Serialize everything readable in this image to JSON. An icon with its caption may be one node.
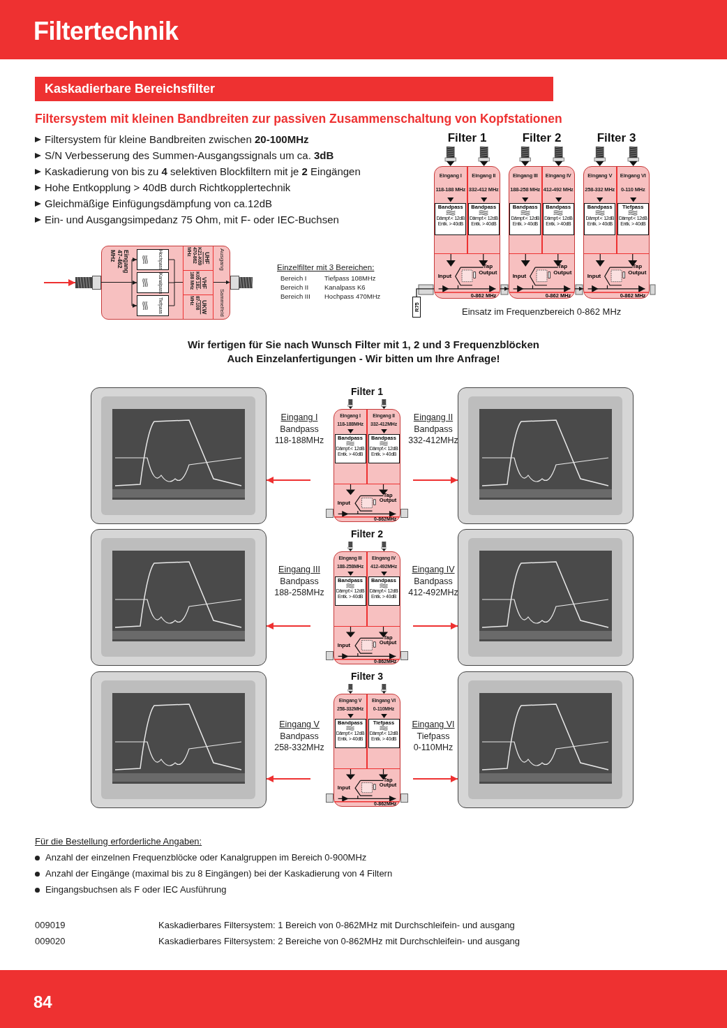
{
  "diagram": {
    "title": "Filtertechnik",
    "nodes": [
      {
        "text": [
          "Eingang 47-462 MHz",
          "Ausgang",
          "Sammelfeld"
        ]
      },
      {
        "text": [
          "Hochpass"
        ],
        "in": 0
      },
      {
        "text": [
          "Kanalpass"
        ],
        "in": 0
      },
      {
        "text": [
          "Tiefpass"
        ],
        "in": 0
      },
      {
        "text": [
          "UHF",
          "K21-K69 470-862 MHz"
        ],
        "in": 0
      },
      {
        "text": [
          "VHF",
          "K06 181-188 MHz"
        ],
        "in": 0
      },
      {
        "text": [
          "UKW",
          "87-108 MHz"
        ],
        "in": 0
      },
      {
        "text": [
          "Filter 1",
          "Input",
          "Tap Output",
          "0-862 MHz"
        ]
      },
      {
        "text": [
          "Eingang I",
          "118-188 MHz"
        ],
        "in": 7
      },
      {
        "text": [
          "Bandpass",
          "Dämpf.< 12dB",
          "Entk. > 40dB"
        ],
        "in": 8
      },
      {
        "text": [
          "Eingang II",
          "332-412 MHz"
        ],
        "in": 7
      },
      {
        "text": [
          "Bandpass",
          "Dämpf.< 12dB",
          "Entk. > 40dB"
        ],
        "in": 10
      },
      {
        "text": [
          "Filter 2",
          "Input",
          "Tap Output",
          "0-862 MHz"
        ]
      },
      {
        "text": [
          "Eingang III",
          "188-258 MHz"
        ],
        "in": 12
      },
      {
        "text": [
          "Bandpass",
          "Dämpf.< 12dB",
          "Entk. > 40dB"
        ],
        "in": 13
      },
      {
        "text": [
          "Eingang IV",
          "412-492 MHz"
        ],
        "in": 12
      },
      {
        "text": [
          "Bandpass",
          "Dämpf.< 12dB",
          "Entk. > 40dB"
        ],
        "in": 15
      },
      {
        "text": [
          "Filter 3",
          "Input",
          "Tap Output",
          "0-862 MHz"
        ]
      },
      {
        "text": [
          "Eingang V",
          "258-332 MHz"
        ],
        "in": 17
      },
      {
        "text": [
          "Bandpass",
          "Dämpf.< 12dB",
          "Entk. > 40dB"
        ],
        "in": 18
      },
      {
        "text": [
          "Eingang VI",
          "0-110 MHz"
        ],
        "in": 17
      },
      {
        "text": [
          "Tiefpass",
          "Dämpf.< 12dB",
          "Entk. > 40dB"
        ],
        "in": 20
      },
      {
        "text": [
          "Filter 1",
          "Input",
          "Tap Output",
          "0-862MHz"
        ]
      },
      {
        "text": [
          "Eingang I",
          "118-188MHz"
        ],
        "in": 22
      },
      {
        "text": [
          "Bandpass",
          "Dämpf.< 12dB",
          "Entk. > 40dB"
        ],
        "in": 23
      },
      {
        "text": [
          "Eingang II",
          "332-412MHz"
        ],
        "in": 22
      },
      {
        "text": [
          "Bandpass",
          "Dämpf.< 12dB",
          "Entk. > 40dB"
        ],
        "in": 25
      },
      {
        "text": [
          "Filter 2",
          "Input",
          "Tap Output",
          "0-862MHz"
        ]
      },
      {
        "text": [
          "Eingang III",
          "188-258MHz"
        ],
        "in": 27
      },
      {
        "text": [
          "Bandpass",
          "Dämpf.< 12dB",
          "Entk. > 40dB"
        ],
        "in": 28
      },
      {
        "text": [
          "Eingang IV",
          "412-492MHz"
        ],
        "in": 27
      },
      {
        "text": [
          "Bandpass",
          "Dämpf.< 12dB",
          "Entk. > 40dB"
        ],
        "in": 30
      },
      {
        "text": [
          "Filter 3",
          "Input",
          "Tap Output",
          "0-862MHz"
        ]
      },
      {
        "text": [
          "Eingang V",
          "258-332MHz"
        ],
        "in": 32
      },
      {
        "text": [
          "Bandpass",
          "Dämpf.< 12dB",
          "Entk. > 40dB"
        ],
        "in": 33
      },
      {
        "text": [
          "Eingang VI",
          "0-110MHz"
        ],
        "in": 32
      },
      {
        "text": [
          "Tiefpass",
          "Dämpf.< 12dB",
          "Entk. > 40dB"
        ],
        "in": 35
      },
      {
        "text": [
          "Eingang I",
          "Bandpass",
          "118-188MHz"
        ]
      },
      {
        "text": [],
        "shape": "picture"
      },
      {
        "text": [
          "Eingang II",
          "Bandpass",
          "332-412MHz"
        ]
      },
      {
        "text": [],
        "shape": "picture"
      },
      {
        "text": [
          "Eingang III",
          "Bandpass",
          "188-258MHz"
        ]
      },
      {
        "text": [],
        "shape": "picture"
      },
      {
        "text": [
          "Eingang IV",
          "Bandpass",
          "412-492MHz"
        ]
      },
      {
        "text": [],
        "shape": "picture"
      },
      {
        "text": [
          "Eingang V",
          "Bandpass",
          "258-332MHz"
        ]
      },
      {
        "text": [],
        "shape": "picture"
      },
      {
        "text": [
          "Eingang VI",
          "Tiefpass",
          "0-110MHz"
        ]
      },
      {
        "text": [],
        "shape": "picture"
      },
      {
        "text": [
          "R75"
        ]
      },
      {
        "text": [],
        "shape": "picture"
      },
      {
        "text": [],
        "shape": "picture"
      }
    ],
    "edges": [
      {
        "from": null,
        "to": 50,
        "arrow": "to",
        "color": "#ee3131"
      },
      {
        "from": 7,
        "to": 12,
        "arrow": "to"
      },
      {
        "from": 12,
        "to": 17,
        "arrow": "to"
      },
      {
        "from": 49,
        "to": 7,
        "arrow": "none"
      },
      {
        "from": null,
        "to": 38,
        "arrow": "to",
        "color": "#ee3131"
      },
      {
        "from": null,
        "to": 40,
        "arrow": "to",
        "color": "#ee3131"
      },
      {
        "from": null,
        "to": 42,
        "arrow": "to",
        "color": "#ee3131"
      },
      {
        "from": null,
        "to": 44,
        "arrow": "to",
        "color": "#ee3131"
      },
      {
        "from": null,
        "to": 46,
        "arrow": "to",
        "color": "#ee3131"
      },
      {
        "from": null,
        "to": 48,
        "arrow": "to",
        "color": "#ee3131"
      },
      {
        "from": 50,
        "to": 1,
        "arrow": "to"
      },
      {
        "from": 50,
        "to": 2,
        "arrow": "to"
      },
      {
        "from": 50,
        "to": 3,
        "arrow": "to"
      },
      {
        "from": 1,
        "to": 5,
        "arrow": "none"
      },
      {
        "from": 2,
        "to": 5,
        "arrow": "none"
      },
      {
        "from": 3,
        "to": 5,
        "arrow": "none"
      },
      {
        "from": 5,
        "to": 51,
        "arrow": "to"
      }
    ],
    "labels": [
      "Kaskadierbare Bereichsfilter",
      "Filtersystem mit kleinen Bandbreiten zur passiven Zusammenschaltung von Kopfstationen",
      "Filtersystem für kleine Bandbreiten zwischen **20-100MHz**",
      "S/N Verbesserung des Summen-Ausgangssignals um ca. **3dB**",
      "Kaskadierung von bis zu **4** selektiven Blockfiltern mit je **2** Eingängen",
      "Hohe Entkopplung > 40dB durch Richtkopplertechnik",
      "Gleichmäßige Einfügungsdämpfung von ca.12dB",
      "Ein- und Ausgangsimpedanz 75 Ohm, mit F- oder IEC-Buchsen",
      "Einzelfilter mit 3 Bereichen:",
      "Bereich I",
      "Tiefpass 108MHz",
      "Bereich II",
      "Kanalpass K6",
      "Bereich III",
      "Hochpass 470MHz",
      "Einsatz im Frequenzbereich 0-862 MHz",
      "Wir fertigen für Sie nach Wunsch Filter mit 1, 2 und 3 Frequenzblöcken",
      "Auch Einzelanfertigungen - Wir bitten um Ihre Anfrage!",
      "Für die Bestellung erforderliche Angaben:",
      "Anzahl der einzelnen Frequenzblöcke oder Kanalgruppen im Bereich 0-900MHz",
      "Anzahl der Eingänge (maximal bis zu 8 Eingängen) bei der Kaskadierung von 4 Filtern",
      "Eingangsbuchsen als F oder IEC Ausführung",
      "009019",
      "Kaskadierbares Filtersystem: 1 Bereich von 0-862MHz mit Durchschleifein- und ausgang",
      "009020",
      "Kaskadierbares Filtersystem: 2 Bereiche von 0-862MHz mit Durchschleifein- und ausgang",
      "84"
    ]
  }
}
